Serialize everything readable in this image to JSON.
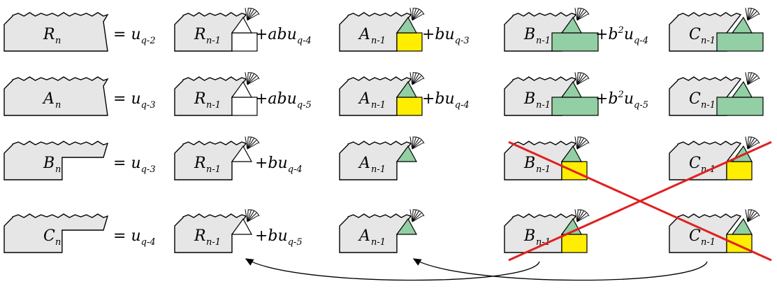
{
  "rows": [
    {
      "lhs": {
        "base": "R",
        "sub": "n",
        "shape": "R"
      },
      "terms": [
        {
          "coef": {
            "pre": "= ",
            "u": "u",
            "sub": "q-2"
          },
          "tile": {
            "base": "R",
            "sub": "n-1",
            "shape": "R",
            "box": "white"
          }
        },
        {
          "coef": {
            "pre": "+ab",
            "u": "u",
            "sub": "q-4"
          },
          "tile": {
            "base": "A",
            "sub": "n-1",
            "shape": "A",
            "box": "yellow"
          }
        },
        {
          "coef": {
            "pre": "+b",
            "u": "u",
            "sub": "q-3"
          },
          "tile": {
            "base": "B",
            "sub": "n-1",
            "shape": "B",
            "box": "green"
          }
        },
        {
          "coef": {
            "pre": "+b",
            "sup": "2",
            "u": "u",
            "sub": "q-4"
          },
          "tile": {
            "base": "C",
            "sub": "n-1",
            "shape": "C",
            "box": "green"
          }
        }
      ]
    },
    {
      "lhs": {
        "base": "A",
        "sub": "n",
        "shape": "R"
      },
      "terms": [
        {
          "coef": {
            "pre": "= ",
            "u": "u",
            "sub": "q-3"
          },
          "tile": {
            "base": "R",
            "sub": "n-1",
            "shape": "R",
            "box": "white"
          }
        },
        {
          "coef": {
            "pre": "+ab",
            "u": "u",
            "sub": "q-5"
          },
          "tile": {
            "base": "A",
            "sub": "n-1",
            "shape": "A",
            "box": "yellow"
          }
        },
        {
          "coef": {
            "pre": "+b",
            "u": "u",
            "sub": "q-4"
          },
          "tile": {
            "base": "B",
            "sub": "n-1",
            "shape": "B",
            "box": "green"
          }
        },
        {
          "coef": {
            "pre": "+b",
            "sup": "2",
            "u": "u",
            "sub": "q-5"
          },
          "tile": {
            "base": "C",
            "sub": "n-1",
            "shape": "C",
            "box": "green"
          }
        }
      ]
    },
    {
      "lhs": {
        "base": "B",
        "sub": "n",
        "shape": "B"
      },
      "terms": [
        {
          "coef": {
            "pre": "= ",
            "u": "u",
            "sub": "q-3"
          },
          "tile": {
            "base": "R",
            "sub": "n-1",
            "shape": "R",
            "box": "none"
          }
        },
        {
          "coef": {
            "pre": "+b",
            "u": "u",
            "sub": "q-4"
          },
          "tile": {
            "base": "A",
            "sub": "n-1",
            "shape": "A",
            "box": "none"
          }
        },
        {
          "coef": null,
          "tile": {
            "base": "B",
            "sub": "n-1",
            "shape": "B",
            "box": "yellow"
          }
        },
        {
          "coef": null,
          "tile": {
            "base": "C",
            "sub": "n-1",
            "shape": "C",
            "box": "yellow"
          }
        }
      ]
    },
    {
      "lhs": {
        "base": "C",
        "sub": "n",
        "shape": "B"
      },
      "terms": [
        {
          "coef": {
            "pre": "= ",
            "u": "u",
            "sub": "q-4"
          },
          "tile": {
            "base": "R",
            "sub": "n-1",
            "shape": "R",
            "box": "none"
          }
        },
        {
          "coef": {
            "pre": "+b",
            "u": "u",
            "sub": "q-5"
          },
          "tile": {
            "base": "A",
            "sub": "n-1",
            "shape": "A",
            "box": "none"
          }
        },
        {
          "coef": null,
          "tile": {
            "base": "B",
            "sub": "n-1",
            "shape": "B",
            "box": "yellow"
          }
        },
        {
          "coef": null,
          "tile": {
            "base": "C",
            "sub": "n-1",
            "shape": "C",
            "box": "yellow"
          }
        }
      ]
    }
  ],
  "colors": {
    "tile_fill": "#e6e6e6",
    "green": "#93cfa4",
    "yellow": "#ffee00",
    "cross": "#e02020",
    "stroke": "#000000"
  },
  "annotations": {
    "cross_out": "rows 3-4, columns 3-4",
    "arrows": [
      {
        "from": "row4.col3",
        "to": "row4.col1"
      },
      {
        "from": "row4.col4",
        "to": "row4.col2"
      }
    ]
  }
}
